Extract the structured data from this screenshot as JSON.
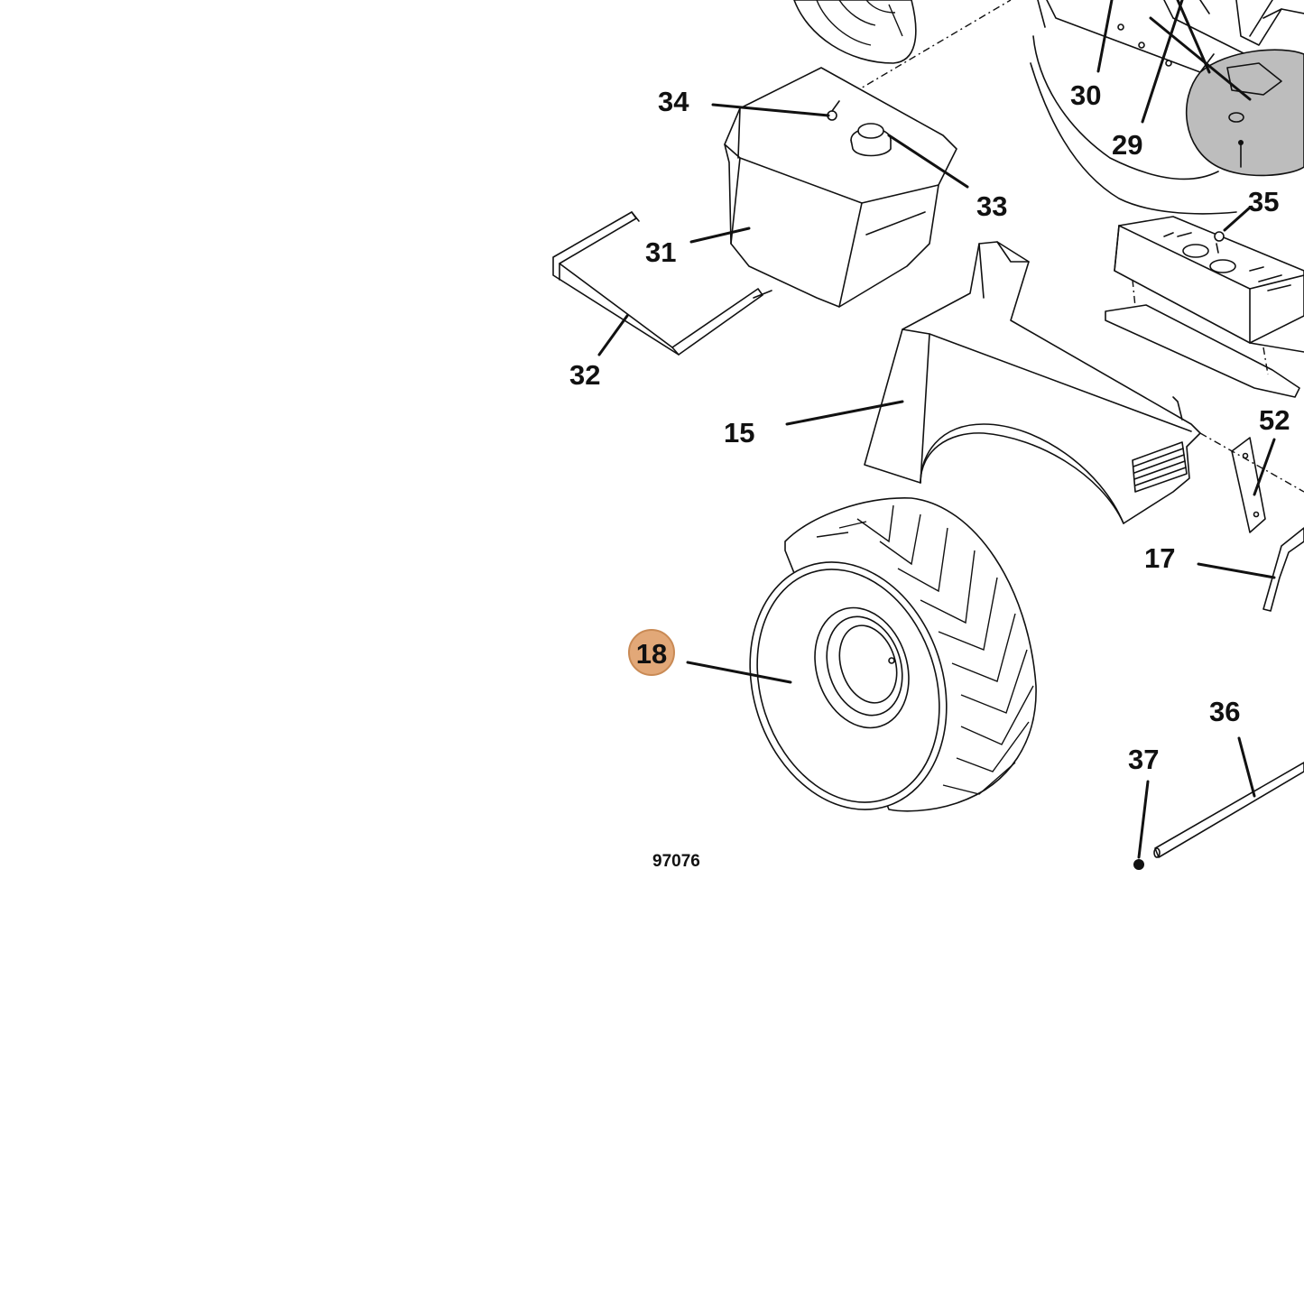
{
  "figure_number": "97076",
  "highlight_color": "#e2a878",
  "highlight_border": "#c98a55",
  "callouts": {
    "c34": "34",
    "c33": "33",
    "c31": "31",
    "c32": "32",
    "c15": "15",
    "c30": "30",
    "c29": "29",
    "c35": "35",
    "c52": "52",
    "c17": "17",
    "c18": "18",
    "c36": "36",
    "c37": "37"
  },
  "highlighted_callout": "18"
}
